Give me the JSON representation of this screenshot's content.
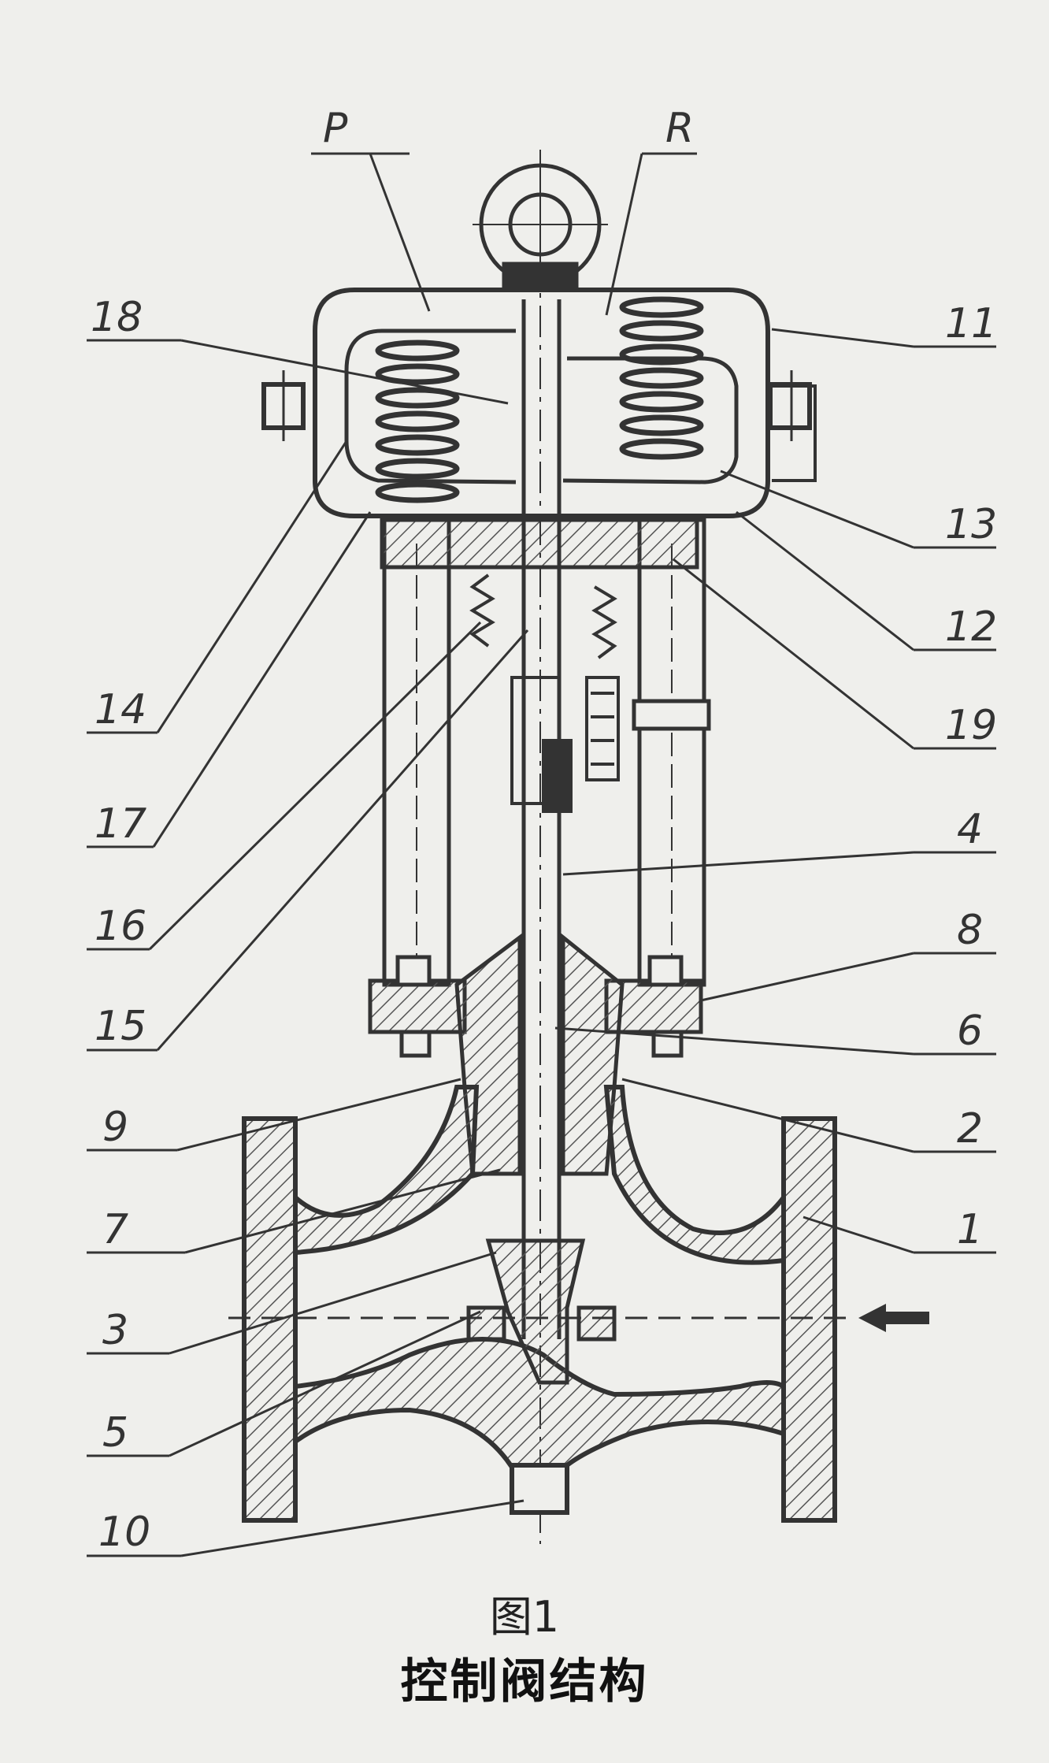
{
  "diagram": {
    "top_labels": [
      "P",
      "R"
    ],
    "left_labels": [
      "18",
      "14",
      "17",
      "16",
      "15",
      "9",
      "7",
      "3",
      "5",
      "10"
    ],
    "right_labels": [
      "11",
      "13",
      "12",
      "19",
      "4",
      "8",
      "6",
      "2",
      "1"
    ],
    "flow_direction": "right-to-left",
    "colors": {
      "background": "#efefec",
      "line": "#333333",
      "hatch": "#555555"
    }
  },
  "caption": {
    "figure": "图1",
    "title": "控制阀结构"
  }
}
